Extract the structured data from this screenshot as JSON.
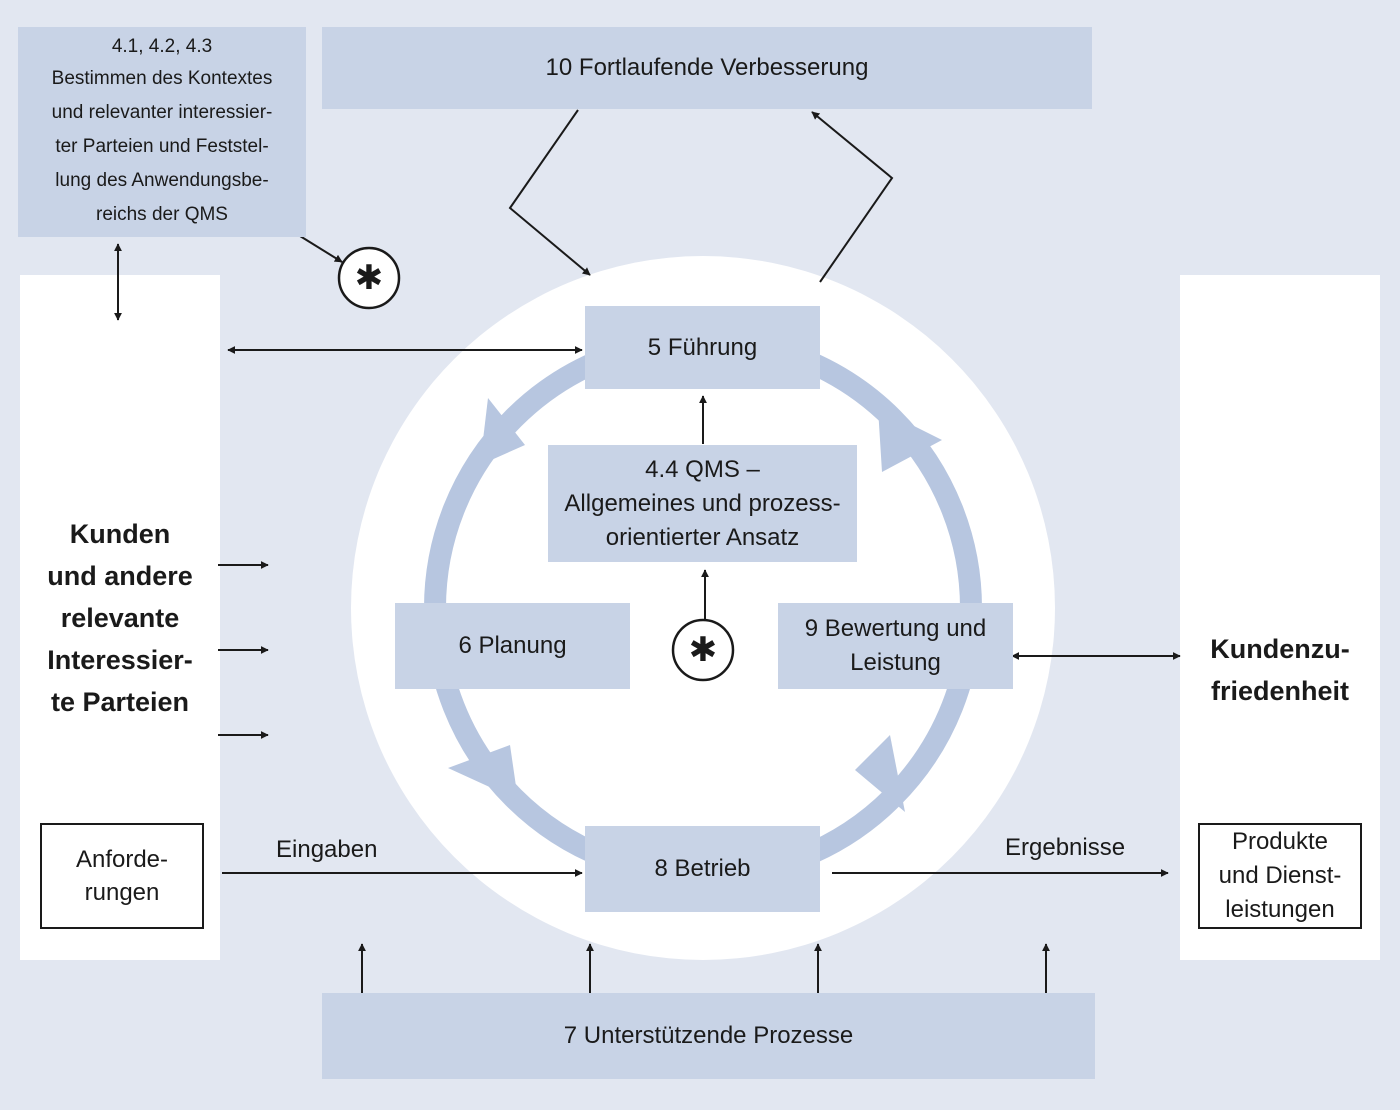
{
  "context_box": {
    "heading": "4.1, 4.2, 4.3",
    "text": "Bestimmen des Kontextes\nund relevanter interessier-\nter Parteien und Feststel-\nlung des Anwendungsbe-\nreichs der QMS"
  },
  "improvement": "10 Fortlaufende Verbesserung",
  "leadership": "5 Führung",
  "qms_approach": "4.4 QMS –\nAllgemeines und prozess-\norientierter Ansatz",
  "planning": "6 Planung",
  "evaluation": "9 Bewertung und\nLeistung",
  "operation": "8 Betrieb",
  "support": "7 Unterstützende Prozesse",
  "customers": "Kunden\nund andere\nrelevante\nInteressier-\nte Parteien",
  "requirements": "Anforde-\nrungen",
  "inputs": "Eingaben",
  "outputs": "Ergebnisse",
  "satisfaction": "Kundenzu-\nfriedenheit",
  "products": "Produkte\nund Dienst-\nleistungen",
  "risk_symbol": "✱"
}
